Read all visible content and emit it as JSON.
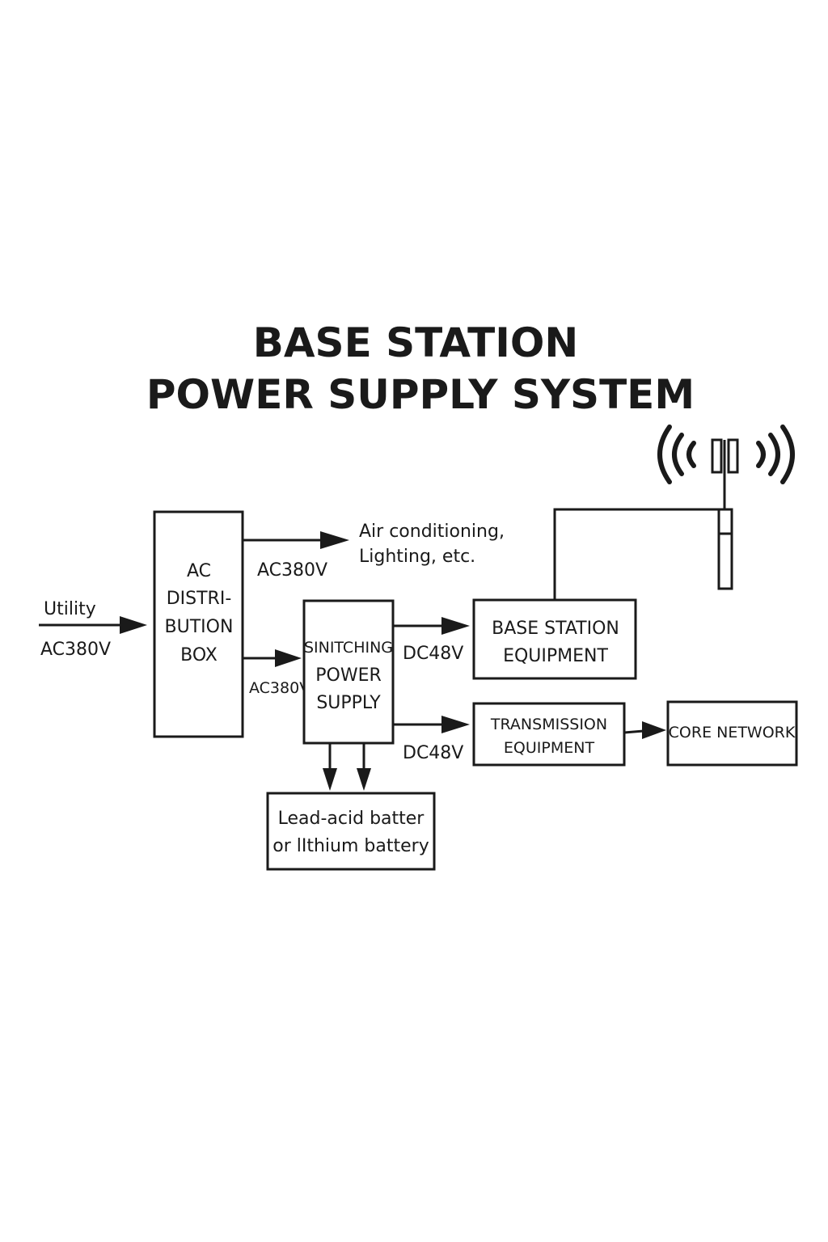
{
  "title": {
    "line1": "BASE STATION",
    "line2": "POWER SUPPLY SYSTEM"
  },
  "input": {
    "source": "Utility",
    "voltage": "AC380V"
  },
  "ac_box": {
    "line1": "AC",
    "line2": "DISTRI-",
    "line3": "BUTION",
    "line4": "BOX"
  },
  "loads": {
    "voltage": "AC380V",
    "line1": "Air conditioning,",
    "line2": "Lighting, etc."
  },
  "switching_feed": {
    "voltage": "AC380V"
  },
  "switching": {
    "line1": "SINITCHING",
    "line2": "POWER",
    "line3": "SUPPLY"
  },
  "base_station": {
    "voltage": "DC48V",
    "line1": "BASE STATION",
    "line2": "EQUIPMENT"
  },
  "transmission": {
    "voltage": "DC48V",
    "line1": "TRANSMISSION",
    "line2": "EQUIPMENT"
  },
  "core": {
    "label": "CORE NETWORK"
  },
  "battery": {
    "line1": "Lead-acid batter",
    "line2": "or lIthium battery"
  },
  "icons": {
    "antenna": "antenna-tower-icon",
    "signal": "wireless-signal-icon"
  }
}
